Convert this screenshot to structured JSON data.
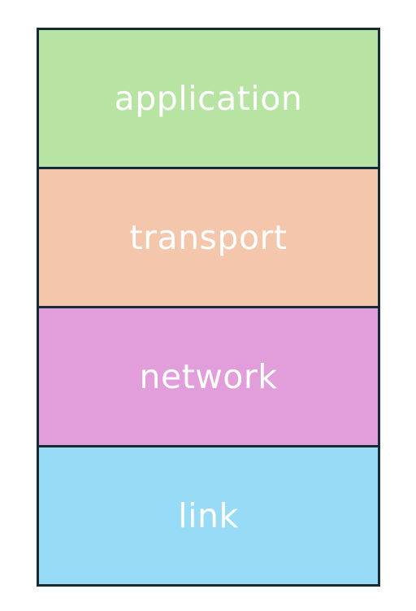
{
  "diagram": {
    "layers": [
      {
        "label": "application",
        "color": "#b7e4a3"
      },
      {
        "label": "transport",
        "color": "#f4c6ac"
      },
      {
        "label": "network",
        "color": "#e29ddb"
      },
      {
        "label": "link",
        "color": "#98dbf6"
      }
    ]
  }
}
